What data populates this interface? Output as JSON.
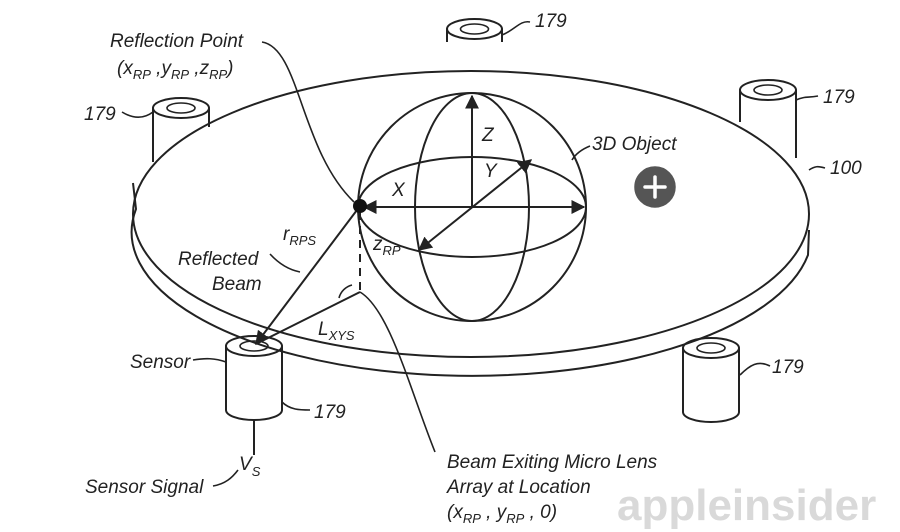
{
  "labels": {
    "reflection_point": "Reflection Point",
    "sensor": "Sensor",
    "sensor_signal": "Sensor Signal",
    "object_3d": "3D Object",
    "reflected_beam_l1": "Reflected",
    "reflected_beam_l2": "Beam",
    "beam_exit_l1": "Beam Exiting Micro Lens",
    "beam_exit_l2": "Array at Location",
    "axis_x": "X",
    "axis_y": "Y",
    "axis_z": "Z"
  },
  "ref_numbers": {
    "platform": "100",
    "post": "179"
  },
  "symbols": {
    "x": "x",
    "y": "y",
    "z": "z",
    "rp": "RP",
    "r": "r",
    "rps": "RPS",
    "l": "L",
    "xys": "XYS",
    "v": "V",
    "s": "S",
    "zero": "0"
  },
  "watermark": "appleinsider",
  "add_button_icon": "plus-icon"
}
